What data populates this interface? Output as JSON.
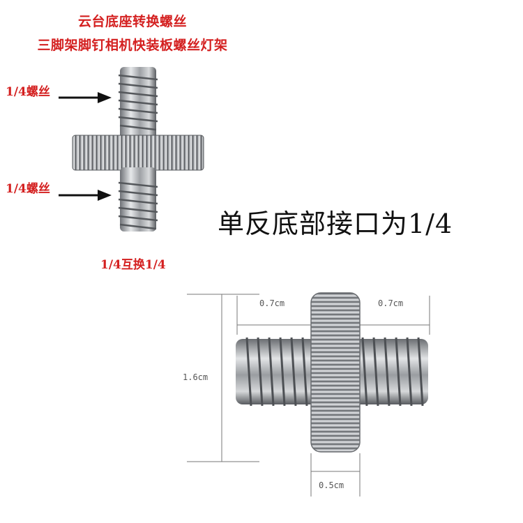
{
  "titles": {
    "line1": "云台底座转换螺丝",
    "line2": "三脚架脚钉相机快装板螺丝灯架"
  },
  "labels": {
    "top_thread": "1/4螺丝",
    "bottom_thread": "1/4螺丝",
    "conversion": "1/4互换1/4"
  },
  "headline": "单反底部接口为1/4",
  "dimensions": {
    "left_length": "0.7cm",
    "right_length": "0.7cm",
    "height": "1.6cm",
    "knob_width": "0.5cm"
  },
  "colors": {
    "accent_red": "#d42020",
    "metal": "#b9bcc0"
  }
}
